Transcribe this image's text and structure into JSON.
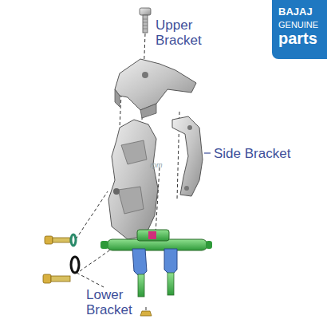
{
  "diagram": {
    "nodes": [
      {
        "text": [
          "BAJAJ",
          "GENUINE",
          "parts"
        ]
      }
    ],
    "labels": [
      "Upper Bracket",
      "Side Bracket",
      "Lower Bracket",
      "rpm"
    ]
  }
}
